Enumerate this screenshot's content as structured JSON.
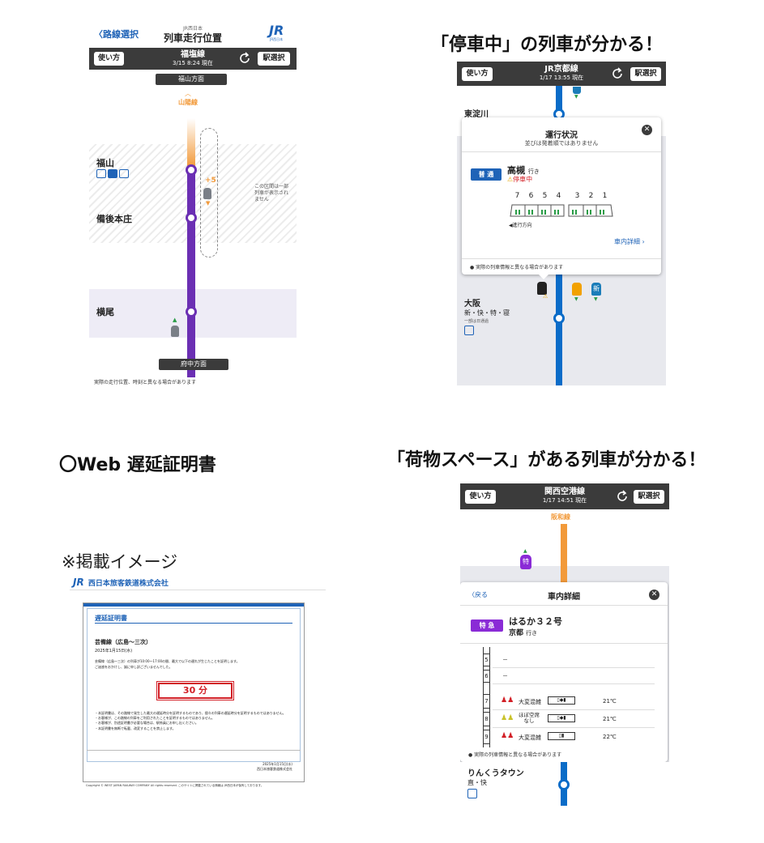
{
  "headings": {
    "stopped": "「停車中」の列車が分かる！",
    "certificate": "〇Web 遅延証明書",
    "luggage": "「荷物スペース」がある列車が分かる！",
    "cert_note": "※掲載イメージ"
  },
  "colors": {
    "header": "#3b3b3b",
    "sanyo": "#f29a3a",
    "fukuen": "#6b2fb3",
    "kyoto": "#0a6cc8",
    "delay_red": "#d21f26",
    "limited": "#8a2bd6",
    "local": "#1f63b7"
  },
  "screen1": {
    "back": "〈路線選択",
    "company_small": "JR西日本",
    "title": "列車走行位置",
    "logo": "JR",
    "logo_sub": "JR西日本",
    "help": "使い方",
    "line": "福塩線",
    "time": "3/15 8:24 現在",
    "refresh_icon": "refresh-icon",
    "station_select": "駅選択",
    "dir_top": "福山方面",
    "sanyo": "山陽線",
    "stations": [
      "福山",
      "備後本庄",
      "横尾"
    ],
    "delay": "+5",
    "note": "この区間は一部列車が表示されません",
    "dir_bottom": "府中方面",
    "footer": "実際の走行位置、時刻と異なる場合があります"
  },
  "screen2": {
    "help": "使い方",
    "line": "JR京都線",
    "time": "1/17 13:55 現在",
    "station_select": "駅選択",
    "station_top": "東淀川",
    "panel_title": "運行状況",
    "panel_sub": "並びは発着順ではありません",
    "type": "普 通",
    "dest": "高槻",
    "dest_suffix": "行き",
    "status": "停車中",
    "car_numbers": [
      "7",
      "6",
      "5",
      "4",
      "3",
      "2",
      "1"
    ],
    "direction": "進行方向",
    "details_link": "車内詳細 ›",
    "panel_note": "実際の列車情報と異なる場合があります",
    "station_bottom": "大阪",
    "station_types": "新・快・特・寝",
    "station_sub": "一部は日通過",
    "badge_new": "新"
  },
  "screen3": {
    "logo": "JR",
    "company": "西日本旅客鉄道株式会社",
    "doc_title": "遅延証明書",
    "route": "芸備線（広島〜三次）",
    "date": "2025年1月15日(水)",
    "body1": "芸備線（広島〜三次）の列車が10:00〜17:00の間、最大で以下の遅れが生じたことを証明します。",
    "body2": "ご迷惑をおかけし、誠に申し訳ございませんでした。",
    "delay": "30 分",
    "notes": [
      "・本証明書は、その路線で発生した最大の遅延時分を証明するものであり、個々の列車の遅延時分を証明するものではありません。",
      "・お客様が、この路線の列車をご利用されたことを証明するものではありません。",
      "・お客様が、別途証明書が必要な場合は、駅係員にお申し出ください。",
      "・本証明書を無断で転載、改変することを禁止します。"
    ],
    "issue_date": "2025年1月15日(水)",
    "issuer": "西日本旅客鉄道株式会社",
    "copyright": "Copyright © WEST JAPAN RAILWAY COMPANY All rights reserved. このサイトに掲載されている情報は JR西日本が保有しております。"
  },
  "screen4": {
    "help": "使い方",
    "line": "関西空港線",
    "time": "1/17 14:51 現在",
    "station_select": "駅選択",
    "hanwa": "阪和線",
    "badge": "特",
    "back": "〈戻る",
    "panel_title": "車内詳細",
    "type": "特 急",
    "train_name": "はるか３２号",
    "dest": "京都",
    "dest_suffix": "行き",
    "rows": [
      {
        "car": "5",
        "status": "－",
        "temp": ""
      },
      {
        "car": "6",
        "status": "－",
        "temp": ""
      },
      {
        "car": "7",
        "status": "大変混雑",
        "temp": "21℃"
      },
      {
        "car": "8",
        "status": "ほぼ空席なし",
        "temp": "21℃"
      },
      {
        "car": "9",
        "status": "大変混雑",
        "temp": "22℃"
      }
    ],
    "panel_note": "実際の列車情報と異なる場合があります",
    "station_bottom": "りんくうタウン",
    "station_types": "直・快"
  }
}
